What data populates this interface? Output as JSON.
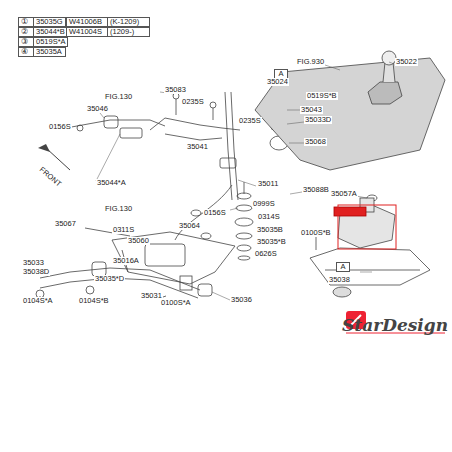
{
  "diagram": {
    "nodes": [
      {
        "text": [
          "①",
          "35035G"
        ]
      },
      {
        "text": [
          "②",
          "35044*B"
        ]
      },
      {
        "text": [
          "③",
          "0519S*A"
        ]
      },
      {
        "text": [
          "④",
          "35035A"
        ]
      },
      {
        "text": [
          "W41006B",
          "(K-1209)"
        ]
      },
      {
        "text": [
          "W41004S",
          "(1209-)"
        ]
      },
      {
        "text": [
          "A"
        ]
      },
      {
        "text": [
          "A"
        ]
      }
    ],
    "labels": [
      "35083",
      "FIG.130",
      "0235S",
      "35046",
      "0156S",
      "0235S",
      "35041",
      "35044*A",
      "FIG.130",
      "35011",
      "0311S",
      "35060",
      "0156S",
      "35088B",
      "0999S",
      "0314S",
      "35067",
      "35064",
      "35035B",
      "35035*B",
      "0626S",
      "35016A",
      "35033",
      "35038D",
      "35035*D",
      "35031",
      "0100S*A",
      "35036",
      "0104S*A",
      "0104S*B",
      "35024",
      "0519S*B",
      "35043",
      "35033D",
      "35068",
      "FIG.930",
      "35022",
      "35057A",
      "0100S*B",
      "35038",
      "FRONT",
      "StarDesign"
    ]
  }
}
